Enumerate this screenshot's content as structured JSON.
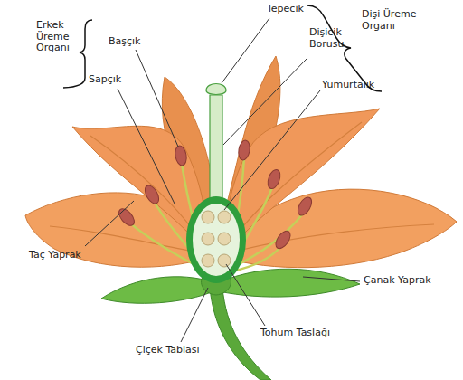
{
  "diagram": {
    "labels": [
      "Erkek Üreme Organı",
      "Başçık",
      "Tepecik",
      "Dişi Üreme Organı",
      "Dişicik Borusu",
      "Yumurtalık",
      "Sapçık",
      "Taç Yaprak",
      "Çanak Yaprak",
      "Tohum Taslağı",
      "Çiçek Tablası"
    ]
  }
}
